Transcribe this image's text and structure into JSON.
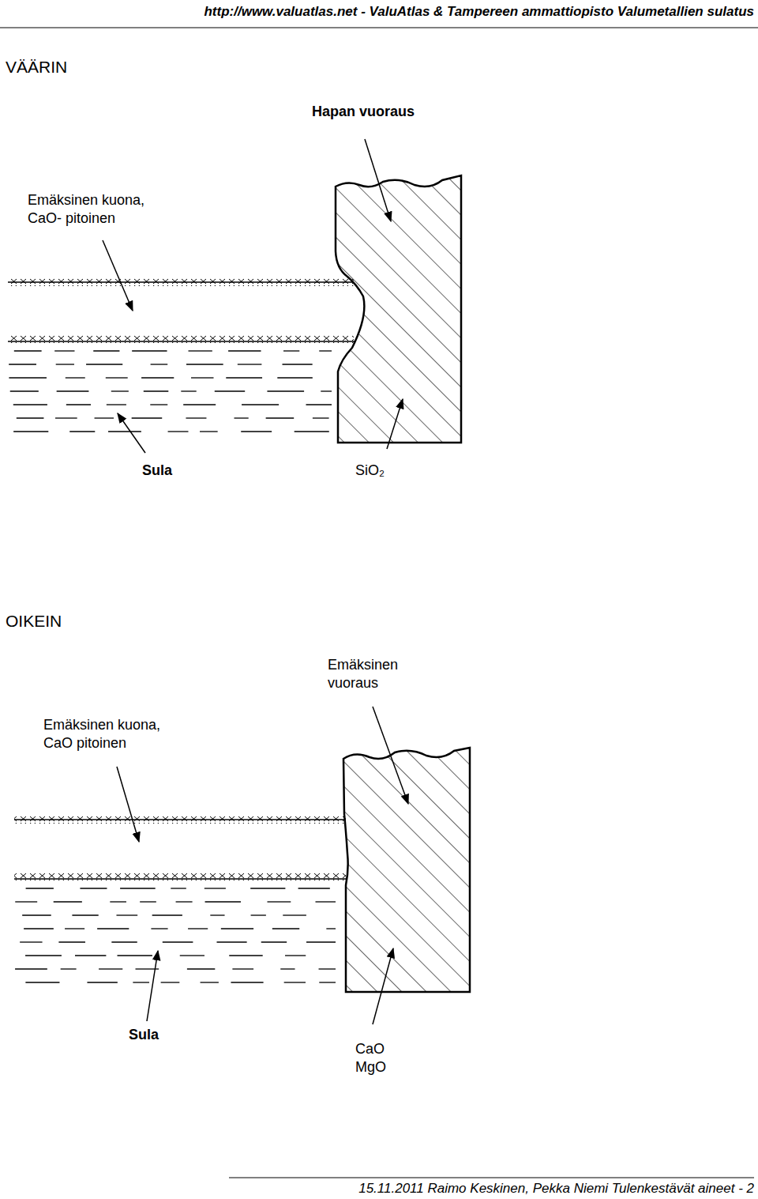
{
  "diagram": {
    "labels": [
      "http://www.valuatlas.net - ValuAtlas & Tampereen ammattiopisto Valumetallien sulatus",
      "VÄÄRIN",
      "Hapan vuoraus",
      "Emäksinen kuona, CaO- pitoinen",
      "Sula",
      "SiO₂",
      "OIKEIN",
      "Emäksinen vuoraus",
      "Emäksinen kuona, CaO pitoinen",
      "Sula",
      "CaO MgO",
      "15.11.2011 Raimo Keskinen, Pekka Niemi Tulenkestävät aineet - 2"
    ]
  }
}
